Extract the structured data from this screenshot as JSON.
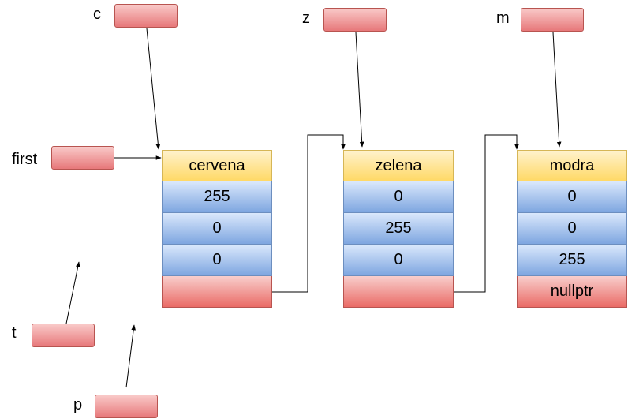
{
  "labels": {
    "c": "c",
    "z": "z",
    "m": "m",
    "first": "first",
    "t": "t",
    "p": "p"
  },
  "nodes": [
    {
      "name": "cervena",
      "values": [
        "255",
        "0",
        "0"
      ],
      "next": ""
    },
    {
      "name": "zelena",
      "values": [
        "0",
        "255",
        "0"
      ],
      "next": ""
    },
    {
      "name": "modra",
      "values": [
        "0",
        "0",
        "255"
      ],
      "next": "nullptr"
    }
  ],
  "colors": {
    "pointer_fill": "#ea6b66",
    "header_fill": "#ffd966",
    "value_fill": "#7ea6e0",
    "arrow": "#000000"
  }
}
